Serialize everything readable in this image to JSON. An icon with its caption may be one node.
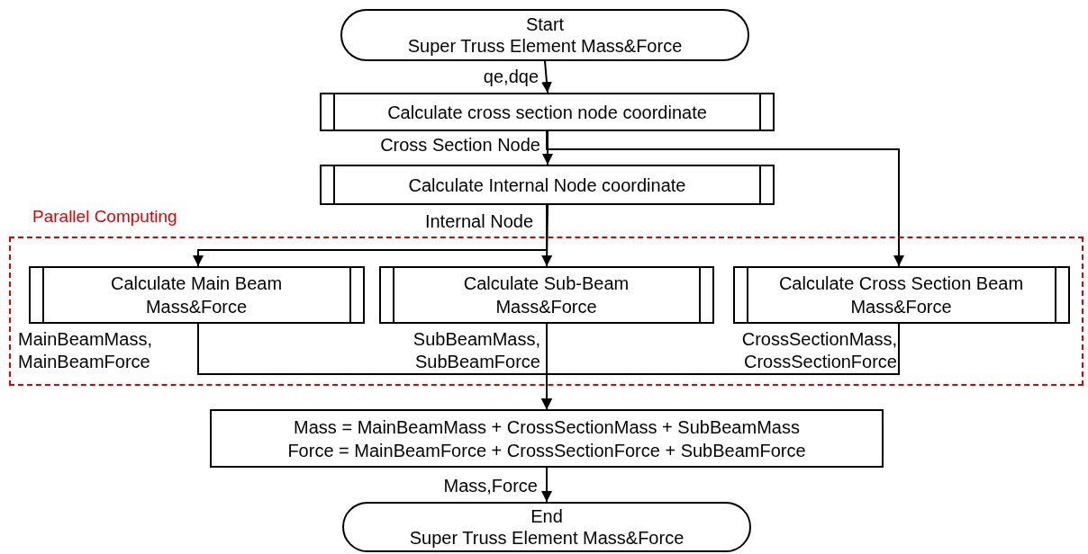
{
  "diagram": {
    "nodes": [
      {
        "text": [
          "Start",
          "Super Truss Element Mass&Force"
        ]
      },
      {
        "text": [
          "Calculate cross section node coordinate"
        ]
      },
      {
        "text": [
          "Calculate Internal Node coordinate"
        ]
      },
      {
        "text": [
          "Parallel Computing"
        ]
      },
      {
        "text": [
          "Calculate Main Beam Mass&Force"
        ],
        "in": 3
      },
      {
        "text": [
          "Calculate Sub-Beam Mass&Force"
        ],
        "in": 3
      },
      {
        "text": [
          "Calculate Cross Section Beam Mass&Force"
        ],
        "in": 3
      },
      {
        "text": [
          "Mass = MainBeamMass + CrossSectionMass + SubBeamMass",
          "Force = MainBeamForce + CrossSectionForce + SubBeamForce"
        ]
      },
      {
        "text": [
          "End",
          "Super Truss Element Mass&Force"
        ]
      }
    ],
    "edges": [
      {
        "from": 0,
        "to": 1,
        "arrow": "to",
        "label": "qe,dqe"
      },
      {
        "from": 1,
        "to": 2,
        "arrow": "to",
        "label": "Cross Section Node"
      },
      {
        "from": 1,
        "to": 6,
        "arrow": "to"
      },
      {
        "from": 2,
        "to": 4,
        "arrow": "to",
        "label": "Internal Node"
      },
      {
        "from": 2,
        "to": 5,
        "arrow": "to"
      },
      {
        "from": 4,
        "to": 7,
        "arrow": "to",
        "label": "MainBeamMass, MainBeamForce"
      },
      {
        "from": 5,
        "to": 7,
        "arrow": "to",
        "label": "SubBeamMass, SubBeamForce"
      },
      {
        "from": 6,
        "to": 7,
        "arrow": "to",
        "label": "CrossSectionMass, CrossSectionForce"
      },
      {
        "from": 7,
        "to": 8,
        "arrow": "to",
        "label": "Mass,Force"
      }
    ]
  }
}
